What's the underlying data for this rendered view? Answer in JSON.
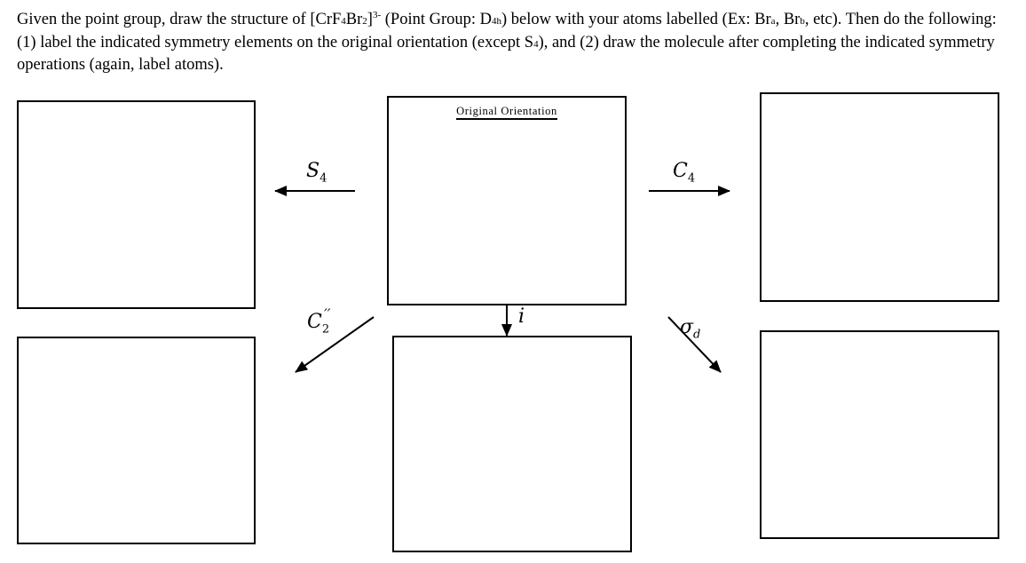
{
  "question": {
    "line1_a": "Given the point group, draw the structure of [CrF",
    "f_sub": "4",
    "line1_b": "Br",
    "br_sub": "2",
    "line1_c": "]",
    "charge": "3-",
    "line1_d": " (Point Group: D",
    "pg_sub": "4h",
    "line1_e": ") below with your atoms labelled (Ex: Br",
    "a_sub": "a",
    "line1_f": ", Br",
    "b_sub": "b",
    "line2": ", etc). Then do the following: (1) label the indicated symmetry elements on the original orientation (except S",
    "s_sub": "4",
    "line2_end": "), and (2) draw the molecule after completing the indicated symmetry operations (again, label atoms)."
  },
  "original_box_title": "Original Orientation",
  "operations": {
    "s4": {
      "symbol": "S",
      "sub": "4"
    },
    "c4": {
      "symbol": "C",
      "sub": "4"
    },
    "i": {
      "symbol": "i"
    },
    "c2pp": {
      "symbol": "C",
      "sub": "2",
      "prime": "′′"
    },
    "sigma_d": {
      "symbol": "σ",
      "sub": "d"
    }
  }
}
